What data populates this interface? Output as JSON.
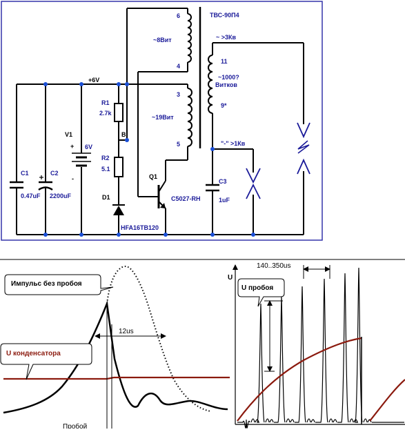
{
  "colors": {
    "frame": "#3333aa",
    "label": "#1a1a99",
    "dot": "#1a4fd6",
    "wire": "#000000",
    "capacitor_voltage": "#8b1a0e"
  },
  "schematic": {
    "transformer": "ТВС-90П4",
    "hv_output": "~ >3Кв",
    "primary": {
      "pin_top": "6",
      "pin_bottom": "4",
      "turns": "~8Вит"
    },
    "feedback": {
      "pin_top": "3",
      "pin_bottom": "5",
      "turns": "~19Вит"
    },
    "secondary": {
      "pin_top": "11",
      "pin_bottom": "9*",
      "turns_line1": "~1000?",
      "turns_line2": "Витков"
    },
    "negative_output": "\"-\" >1Кв",
    "supply": "+6V",
    "r1": {
      "name": "R1",
      "value": "2.7k"
    },
    "r2": {
      "name": "R2",
      "value": "5.1"
    },
    "node_b": "B",
    "d1": {
      "name": "D1",
      "part": "HFA16TB120"
    },
    "q1": {
      "name": "Q1",
      "part": "C5027-RH"
    },
    "c1": {
      "name": "C1",
      "value": "0.47uF"
    },
    "c2": {
      "name": "C2",
      "value": "2200uF"
    },
    "c3": {
      "name": "C3",
      "value": "1uF"
    },
    "v1": {
      "name": "V1",
      "plus": "+",
      "voltage": "6V",
      "minus": "-"
    }
  },
  "waveform_left": {
    "callout_no_breakdown": "Импульс без пробоя",
    "callout_capacitor": "U конденсатора",
    "duration": "12us",
    "breakdown": "Пробой"
  },
  "waveform_right": {
    "axis_label": "U",
    "callout_breakdown": "U пробоя",
    "period": "140..350us"
  }
}
